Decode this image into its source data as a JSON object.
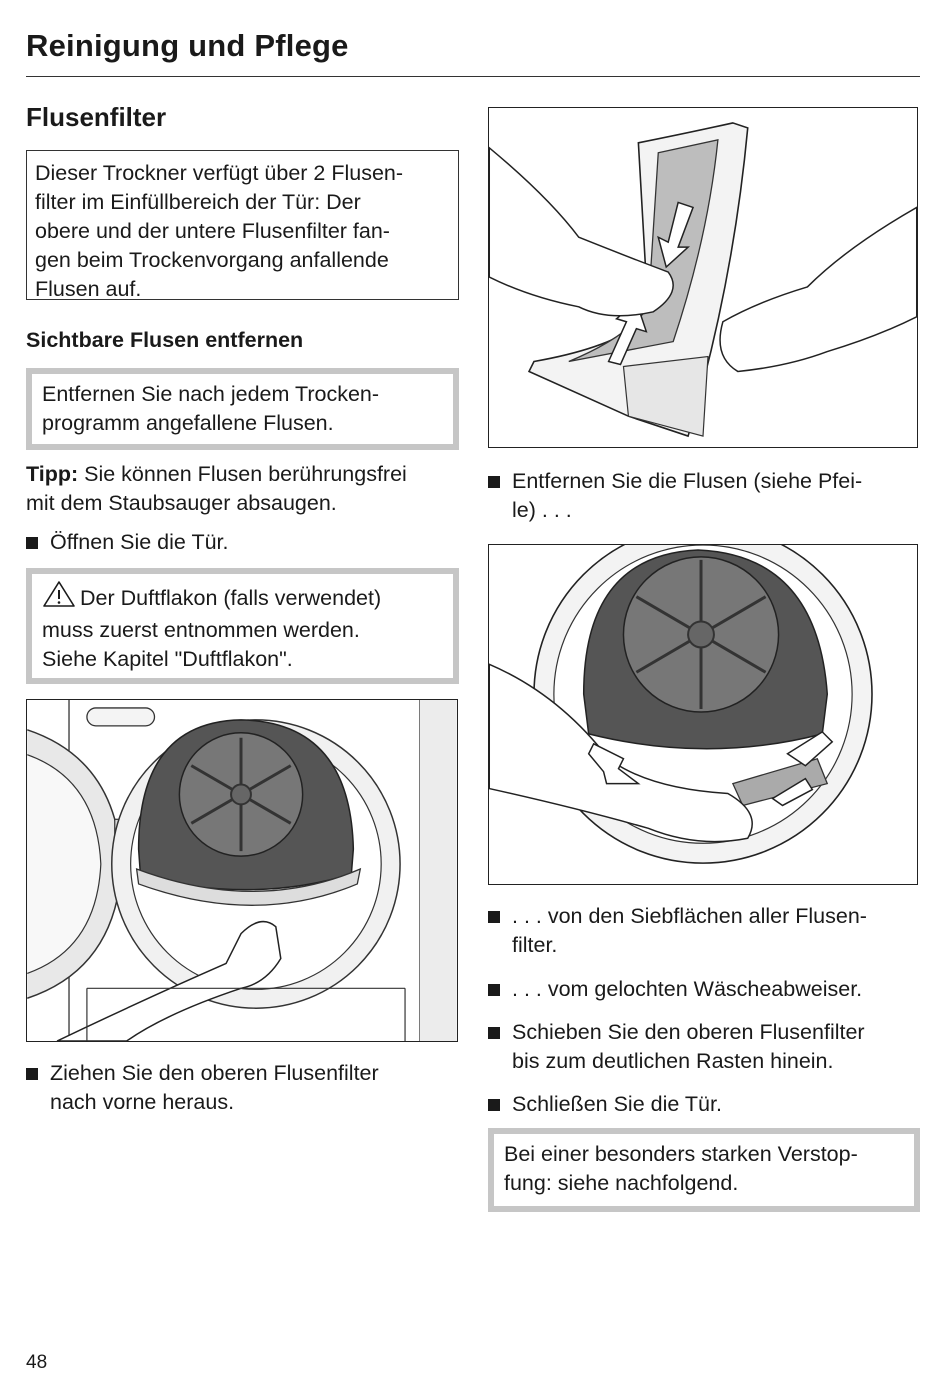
{
  "header": {
    "title": "Reinigung und Pflege"
  },
  "section": {
    "title": "Flusenfilter"
  },
  "intro": {
    "lines": [
      "Dieser Trockner verfügt über 2 Flusen-",
      "filter im Einfüllbereich der Tür: Der",
      "obere und der untere Flusenfilter fan-",
      "gen beim Trockenvorgang anfallende",
      "Flusen auf."
    ]
  },
  "subheading": "Sichtbare Flusen entfernen",
  "note1": {
    "lines": [
      "Entfernen Sie nach jedem Trocken-",
      "programm angefallene Flusen."
    ]
  },
  "tip": {
    "label": "Tipp:",
    "line1": " Sie können Flusen berührungsfrei",
    "line2": "mit dem Staubsauger absaugen."
  },
  "steps_left": [
    {
      "lines": [
        "Öffnen Sie die Tür."
      ]
    }
  ],
  "warning": {
    "icon": "warning-triangle-icon",
    "line1": "Der Duftflakon (falls verwendet)",
    "line2": "muss zuerst entnommen werden.",
    "line3": "Siehe Kapitel \"Duftflakon\"."
  },
  "step_pull": {
    "lines": [
      "Ziehen Sie den oberen Flusenfilter",
      "nach vorne heraus."
    ]
  },
  "steps_right": [
    {
      "lines": [
        "Entfernen Sie die Flusen (siehe Pfei-",
        "le) . . ."
      ]
    },
    {
      "lines": [
        ". . . von den Siebflächen aller Flusen-",
        "filter."
      ]
    },
    {
      "lines": [
        ". . . vom gelochten Wäscheabweiser."
      ]
    },
    {
      "lines": [
        "Schieben Sie den oberen Flusenfilter",
        "bis zum deutlichen Rasten hinein."
      ]
    },
    {
      "lines": [
        "Schließen Sie die Tür."
      ]
    }
  ],
  "note2": {
    "lines": [
      "Bei einer besonders starken Verstop-",
      "fung: siehe nachfolgend."
    ]
  },
  "footer": {
    "page_number": "48"
  }
}
